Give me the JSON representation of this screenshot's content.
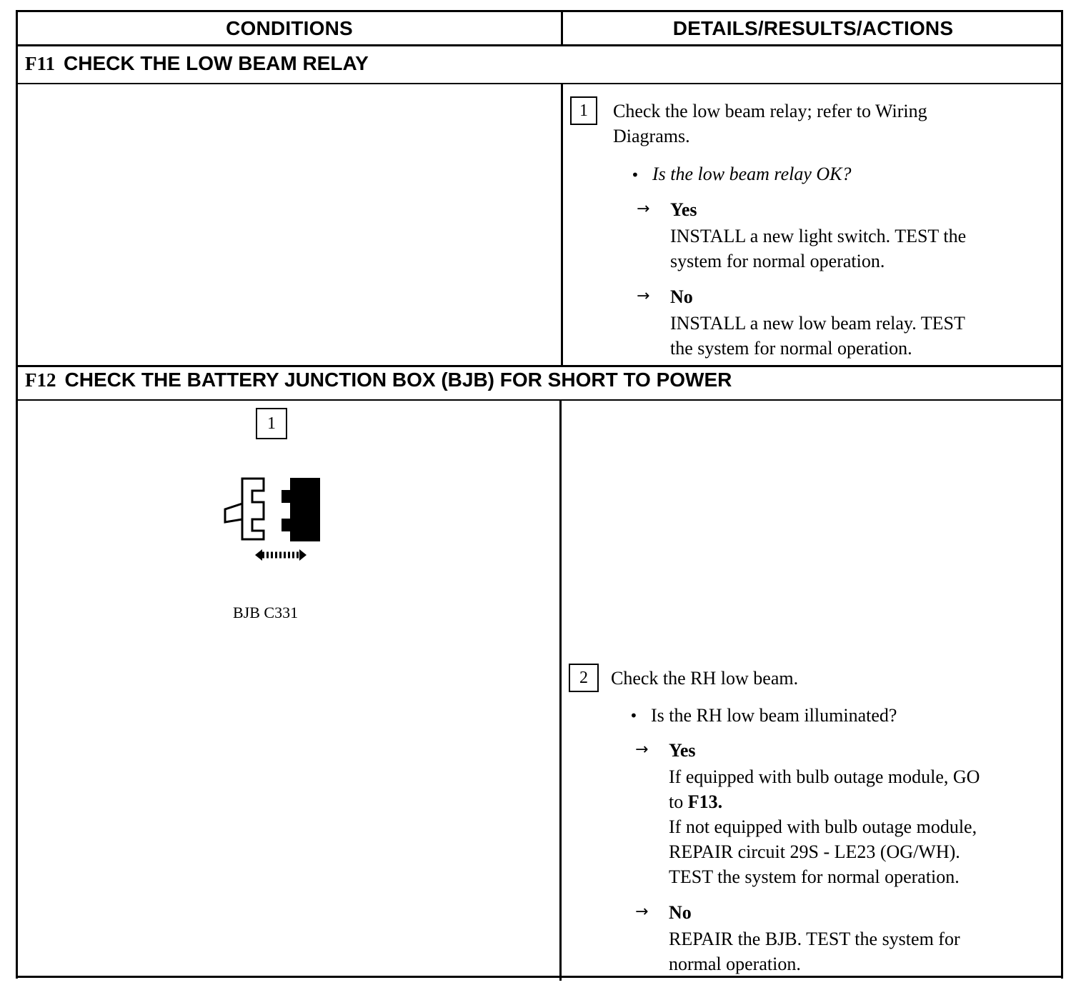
{
  "table": {
    "col_conditions": "CONDITIONS",
    "col_details": "DETAILS/RESULTS/ACTIONS"
  },
  "f11": {
    "id": "F11",
    "title": "CHECK THE LOW BEAM RELAY",
    "step1": {
      "number": "1",
      "line1": "Check the low beam relay; refer to Wiring",
      "line2": "Diagrams.",
      "question": "Is the low beam relay OK?",
      "yes_label": "Yes",
      "yes_line1": "INSTALL a new light switch. TEST the",
      "yes_line2": "system for normal operation.",
      "no_label": "No",
      "no_line1": "INSTALL a new low beam relay. TEST",
      "no_line2": "the system for normal operation."
    }
  },
  "f12": {
    "id": "F12",
    "title": "CHECK THE BATTERY JUNCTION BOX (BJB) FOR SHORT TO POWER",
    "cond_step_number": "1",
    "connector_caption": "BJB C331",
    "step2": {
      "number": "2",
      "line1": "Check the RH low beam.",
      "question": "Is the RH low beam illuminated?",
      "yes_label": "Yes",
      "yes_line1": "If equipped with bulb outage module, GO",
      "yes_line2_pre": "to ",
      "yes_line2_ref": "F13.",
      "yes_line3": "If not equipped with bulb outage module,",
      "yes_line4": "REPAIR circuit 29S - LE23 (OG/WH).",
      "yes_line5": "TEST the system for normal operation.",
      "no_label": "No",
      "no_line1": "REPAIR the BJB. TEST the system for",
      "no_line2": "normal operation."
    }
  },
  "icons": {
    "arrow": "right-arrow-icon",
    "bullet": "bullet-icon",
    "connector": "connector-disconnect-icon"
  }
}
